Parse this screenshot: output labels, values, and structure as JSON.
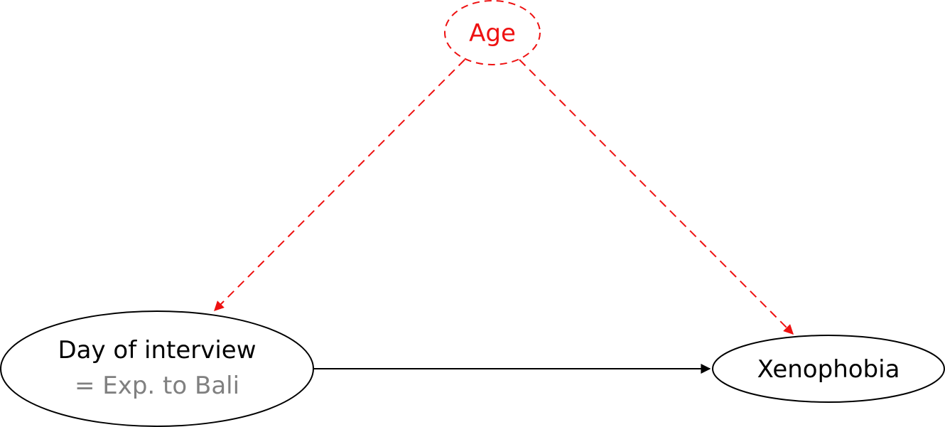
{
  "colors": {
    "confounder": "#ee1111",
    "node_stroke": "#000000",
    "text": "#000000",
    "sub_text": "#808080",
    "background": "#ffffff"
  },
  "nodes": {
    "age": {
      "label": "Age",
      "style": "dashed"
    },
    "treatment": {
      "label": "Day of interview",
      "sublabel": "= Exp. to Bali",
      "style": "solid"
    },
    "outcome": {
      "label": "Xenophobia",
      "style": "solid"
    }
  },
  "edges": [
    {
      "from": "age",
      "to": "treatment",
      "style": "dashed"
    },
    {
      "from": "age",
      "to": "outcome",
      "style": "dashed"
    },
    {
      "from": "treatment",
      "to": "outcome",
      "style": "solid"
    }
  ]
}
